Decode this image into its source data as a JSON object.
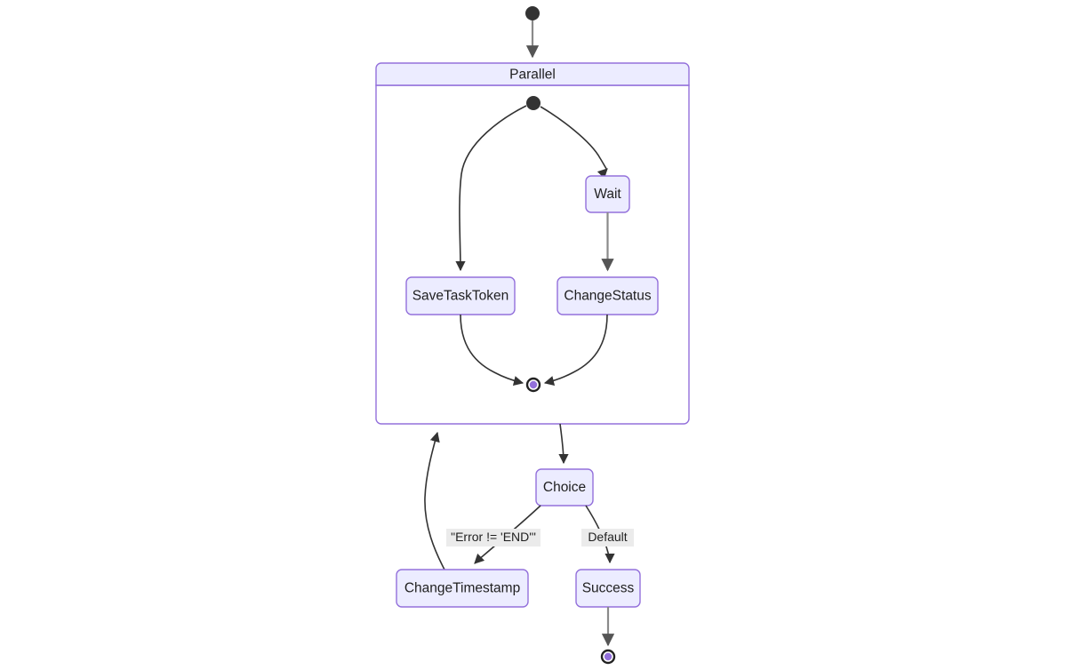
{
  "diagram": {
    "type": "state-diagram",
    "background_color": "#ffffff",
    "node_fill": "#ececff",
    "node_border": "#9370db",
    "edge_color": "#333333",
    "end_marker_dot_color": "#9370db",
    "edge_label_bg": "#ebebeb",
    "composite": {
      "title": "Parallel"
    },
    "nodes": {
      "wait": "Wait",
      "save_task_token": "SaveTaskToken",
      "change_status": "ChangeStatus",
      "choice": "Choice",
      "change_timestamp": "ChangeTimestamp",
      "success": "Success"
    },
    "edge_labels": {
      "error_not_end": "\"Error != 'END'\"",
      "default": "Default"
    },
    "markers": {
      "outer_start": "start-state",
      "inner_start": "start-state",
      "inner_end": "end-state",
      "outer_end": "end-state"
    }
  }
}
